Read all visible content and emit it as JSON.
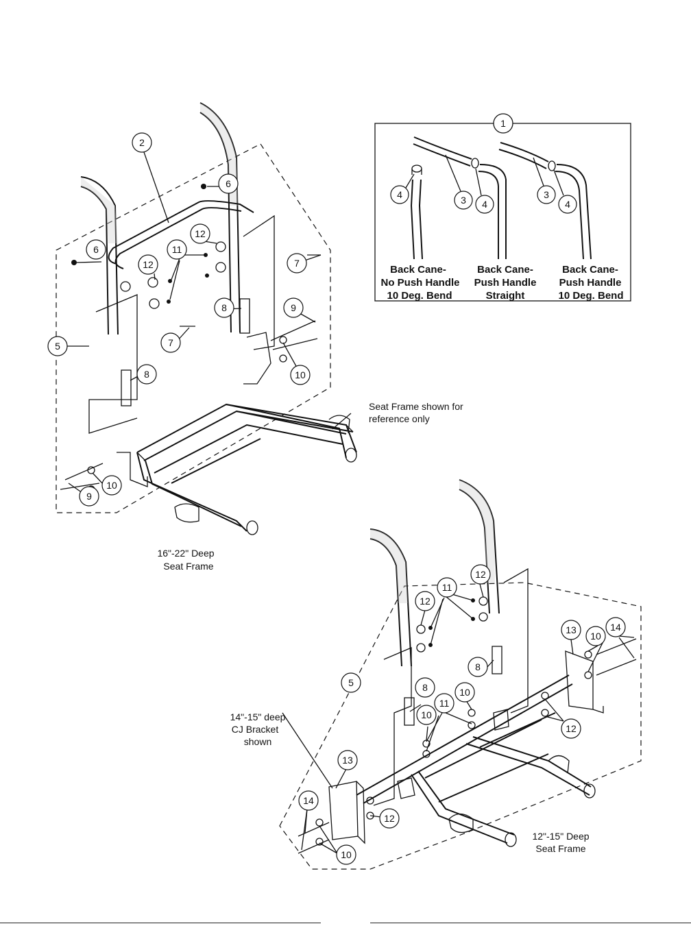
{
  "inset": {
    "callout": "1",
    "parts": [
      {
        "n": "4"
      },
      {
        "n": "3"
      },
      {
        "n": "4"
      },
      {
        "n": "3"
      },
      {
        "n": "4"
      }
    ],
    "captions": [
      [
        "Back Cane-",
        "No Push Handle",
        "10 Deg. Bend"
      ],
      [
        "Back Cane-",
        "Push Handle",
        "Straight"
      ],
      [
        "Back Cane-",
        "Push Handle",
        "10 Deg. Bend"
      ]
    ]
  },
  "top_assembly": {
    "callouts": [
      "2",
      "6",
      "6",
      "12",
      "12",
      "11",
      "7",
      "7",
      "8",
      "8",
      "5",
      "9",
      "9",
      "10",
      "10"
    ],
    "reference_note": [
      "Seat Frame shown for",
      "reference only"
    ],
    "caption": [
      "16\"-22\" Deep",
      "Seat Frame"
    ]
  },
  "bottom_assembly": {
    "callouts": [
      "12",
      "11",
      "12",
      "13",
      "10",
      "14",
      "8",
      "8",
      "10",
      "5",
      "10",
      "11",
      "12",
      "13",
      "14",
      "12",
      "10"
    ],
    "bracket_note": [
      "14\"-15\" deep",
      "CJ Bracket",
      "shown"
    ],
    "caption": [
      "12\"-15\" Deep",
      "Seat Frame"
    ]
  }
}
